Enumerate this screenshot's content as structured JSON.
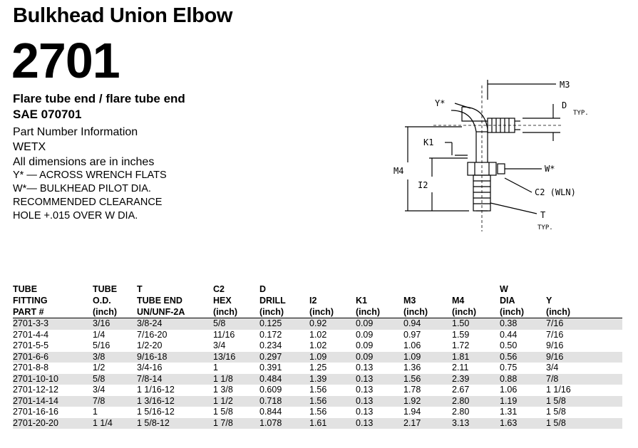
{
  "header": {
    "title": "Bulkhead Union Elbow",
    "number": "2701",
    "subtitle": "Flare tube end / flare tube end",
    "sae": "SAE 070701"
  },
  "info": {
    "part_info": "Part Number Information",
    "code": "WETX",
    "dims": "All dimensions are in inches"
  },
  "notes": {
    "y": "Y* — ACROSS WRENCH FLATS",
    "w": "W*— BULKHEAD PILOT DIA.",
    "rec1": "RECOMMENDED CLEARANCE",
    "rec2": "HOLE +.015 OVER W DIA."
  },
  "diagram": {
    "m3": "M3",
    "y": "Y*",
    "d": "D",
    "typ1": "TYP.",
    "k1": "K1",
    "m4": "M4",
    "w": "W*",
    "i2": "I2",
    "c2": "C2 (WLN)",
    "t": "T",
    "typ2": "TYP."
  },
  "table": {
    "headers": [
      [
        "TUBE",
        "FITTING",
        "PART #"
      ],
      [
        "TUBE",
        "O.D.",
        "(inch)"
      ],
      [
        "T",
        "TUBE END",
        "UN/UNF-2A"
      ],
      [
        "C2",
        "HEX",
        "(inch)"
      ],
      [
        "D",
        "DRILL",
        "(inch)"
      ],
      [
        "",
        "I2",
        "(inch)"
      ],
      [
        "",
        "K1",
        "(inch)"
      ],
      [
        "",
        "M3",
        "(inch)"
      ],
      [
        "",
        "M4",
        "(inch)"
      ],
      [
        "W",
        "DIA",
        "(inch)"
      ],
      [
        "",
        "Y",
        "(inch)"
      ]
    ],
    "rows": [
      [
        "2701-3-3",
        "3/16",
        "3/8-24",
        "5/8",
        "0.125",
        "0.92",
        "0.09",
        "0.94",
        "1.50",
        "0.38",
        "7/16"
      ],
      [
        "2701-4-4",
        "1/4",
        "7/16-20",
        "11/16",
        "0.172",
        "1.02",
        "0.09",
        "0.97",
        "1.59",
        "0.44",
        "7/16"
      ],
      [
        "2701-5-5",
        "5/16",
        "1/2-20",
        "3/4",
        "0.234",
        "1.02",
        "0.09",
        "1.06",
        "1.72",
        "0.50",
        "9/16"
      ],
      [
        "2701-6-6",
        "3/8",
        "9/16-18",
        "13/16",
        "0.297",
        "1.09",
        "0.09",
        "1.09",
        "1.81",
        "0.56",
        "9/16"
      ],
      [
        "2701-8-8",
        "1/2",
        "3/4-16",
        "1",
        "0.391",
        "1.25",
        "0.13",
        "1.36",
        "2.11",
        "0.75",
        "3/4"
      ],
      [
        "2701-10-10",
        "5/8",
        "7/8-14",
        "1 1/8",
        "0.484",
        "1.39",
        "0.13",
        "1.56",
        "2.39",
        "0.88",
        "7/8"
      ],
      [
        "2701-12-12",
        "3/4",
        "1 1/16-12",
        "1 3/8",
        "0.609",
        "1.56",
        "0.13",
        "1.78",
        "2.67",
        "1.06",
        "1 1/16"
      ],
      [
        "2701-14-14",
        "7/8",
        "1 3/16-12",
        "1 1/2",
        "0.718",
        "1.56",
        "0.13",
        "1.92",
        "2.80",
        "1.19",
        "1 5/8"
      ],
      [
        "2701-16-16",
        "1",
        "1 5/16-12",
        "1 5/8",
        "0.844",
        "1.56",
        "0.13",
        "1.94",
        "2.80",
        "1.31",
        "1 5/8"
      ],
      [
        "2701-20-20",
        "1 1/4",
        "1 5/8-12",
        "1 7/8",
        "1.078",
        "1.61",
        "0.13",
        "2.17",
        "3.13",
        "1.63",
        "1 5/8"
      ]
    ],
    "shaded_rows": [
      0,
      3,
      5,
      7,
      9
    ]
  }
}
